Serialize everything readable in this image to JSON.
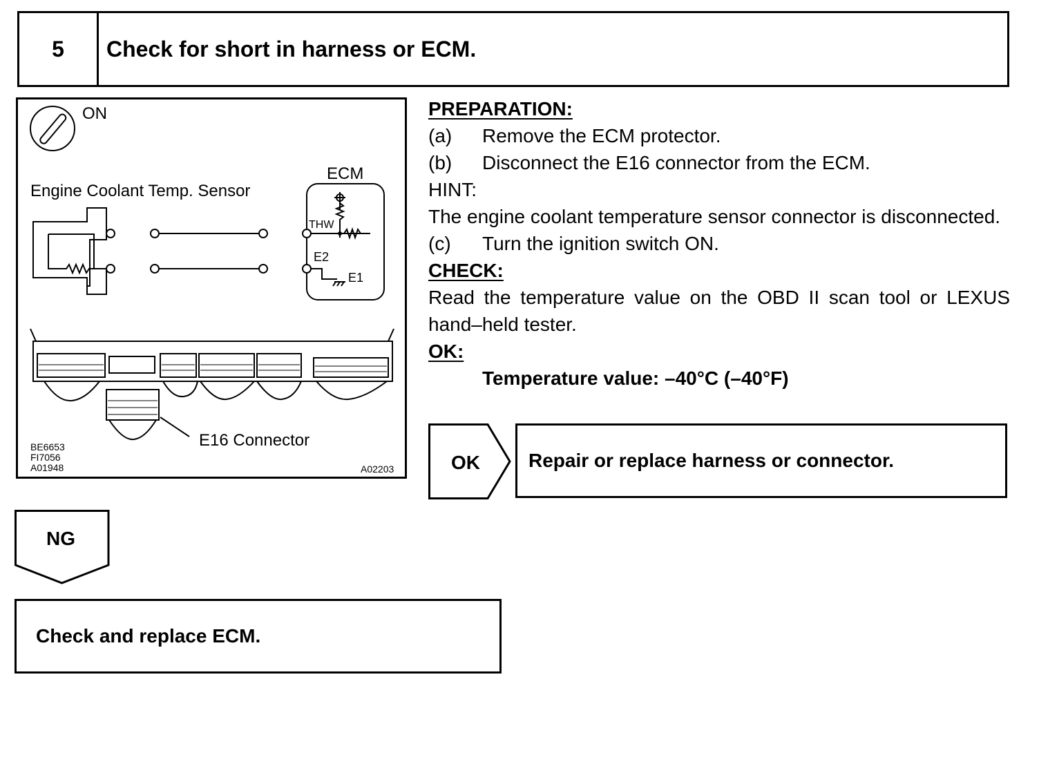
{
  "step": {
    "number": "5",
    "title": "Check for short in harness or ECM."
  },
  "diagram": {
    "ignition_label": "ON",
    "ecm_label": "ECM",
    "sensor_label": "Engine Coolant Temp. Sensor",
    "thw_label": "THW",
    "e2_label": "E2",
    "e1_label": "E1",
    "connector_label": "E16 Connector",
    "codes": [
      "BE6653",
      "FI7056",
      "A01948"
    ],
    "figure_code": "A02203"
  },
  "preparation": {
    "heading": "PREPARATION:",
    "steps": [
      {
        "label": "(a)",
        "text": "Remove the ECM protector."
      },
      {
        "label": "(b)",
        "text": "Disconnect the E16 connector from the ECM."
      }
    ],
    "hint_label": "HINT:",
    "hint_text": "The engine coolant temperature sensor connector is disconnected.",
    "step_c": {
      "label": "(c)",
      "text": "Turn the ignition switch ON."
    }
  },
  "check": {
    "heading": "CHECK:",
    "text": "Read the temperature value on the OBD II scan tool or LEXUS hand–held tester."
  },
  "ok": {
    "heading": "OK:",
    "spec": "Temperature value: –40°C (–40°F)"
  },
  "results": {
    "ok_label": "OK",
    "ok_action": "Repair or replace harness or connector.",
    "ng_label": "NG",
    "ng_action": "Check and replace ECM."
  }
}
